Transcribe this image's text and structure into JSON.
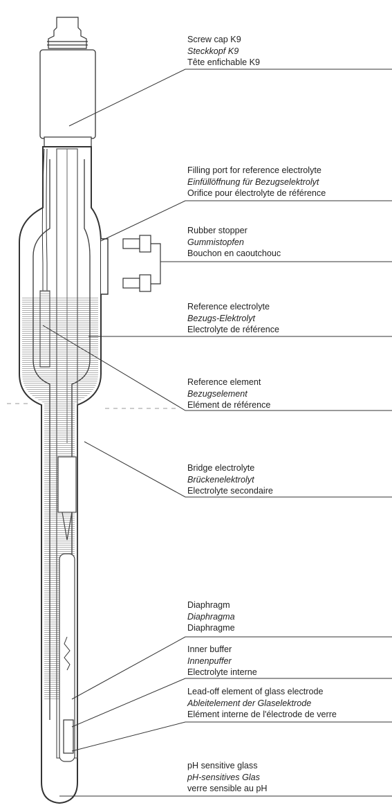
{
  "labels": [
    {
      "en": "Screw cap K9",
      "de": "Steckkopf K9",
      "fr": "Tête enfichable K9"
    },
    {
      "en": "Filling port for reference electrolyte",
      "de": "Einfüllöffnung für Bezugselektrolyt",
      "fr": "Orifice pour électrolyte de référence"
    },
    {
      "en": "Rubber stopper",
      "de": "Gummistopfen",
      "fr": "Bouchon en caoutchouc"
    },
    {
      "en": "Reference electrolyte",
      "de": "Bezugs-Elektrolyt",
      "fr": "Electrolyte de référence"
    },
    {
      "en": "Reference element",
      "de": "Bezugselement",
      "fr": "Elément de référence"
    },
    {
      "en": "Bridge electrolyte",
      "de": "Brückenelektrolyt",
      "fr": "Electrolyte secondaire"
    },
    {
      "en": "Diaphragm",
      "de": "Diaphragma",
      "fr": "Diaphragme"
    },
    {
      "en": "Inner buffer",
      "de": "Innenpuffer",
      "fr": "Electrolyte interne"
    },
    {
      "en": "Lead-off element of glass electrode",
      "de": "Ableitelement der Glaselektrode",
      "fr": "Elément interne de l'électrode de verre"
    },
    {
      "en": "pH sensitive glass",
      "de": "pH-sensitives Glas",
      "fr": "verre sensible au pH"
    }
  ]
}
